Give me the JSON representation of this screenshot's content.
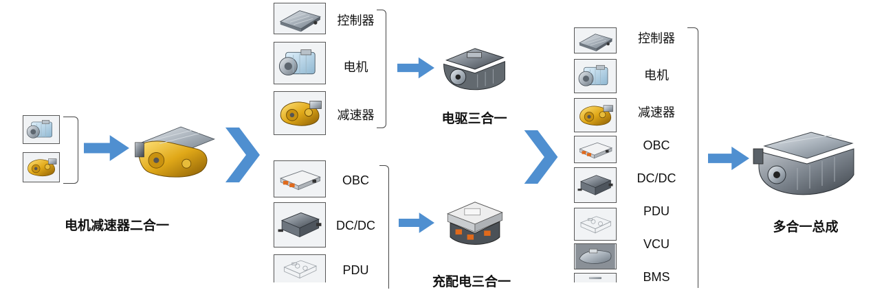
{
  "colors": {
    "arrow": "#4f8fd0",
    "chevron": "#4f8fd0",
    "gold": "#d9a514",
    "metal": "#9aa3ad",
    "frame": "#555555"
  },
  "stage1": {
    "title": "电机减速器二合一"
  },
  "stage2": {
    "group_a": {
      "labels": [
        "控制器",
        "电机",
        "减速器"
      ],
      "title": "电驱三合一"
    },
    "group_b": {
      "labels": [
        "OBC",
        "DC/DC",
        "PDU"
      ],
      "title": "充配电三合一"
    }
  },
  "stage3": {
    "labels": [
      "控制器",
      "电机",
      "减速器",
      "OBC",
      "DC/DC",
      "PDU",
      "VCU",
      "BMS"
    ],
    "title": "多合一总成"
  },
  "icons": {
    "controller": "controller-unit-icon",
    "motor": "motor-icon",
    "reducer": "reducer-gearbox-icon",
    "obc": "obc-module-icon",
    "dcdc": "dcdc-converter-icon",
    "pdu": "pdu-module-icon",
    "vcu": "vcu-module-icon",
    "bms": "bms-module-icon"
  }
}
